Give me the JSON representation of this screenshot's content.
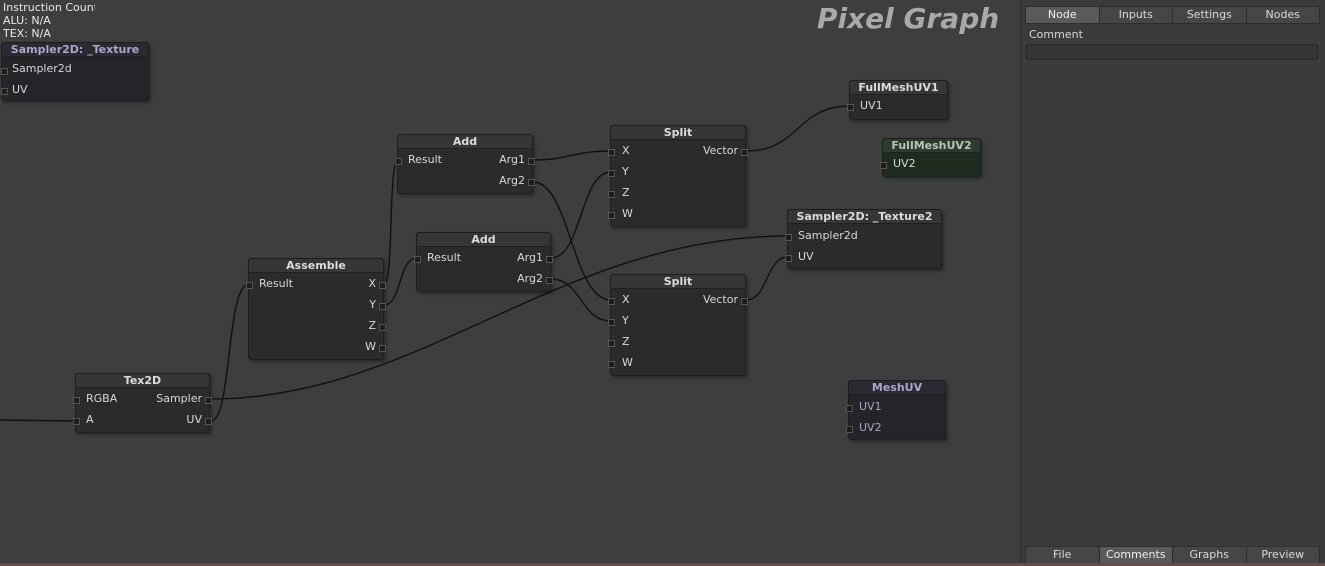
{
  "info": {
    "line1": "Instruction Count",
    "line2": "ALU: N/A",
    "line3": "TEX: N/A"
  },
  "graph_title": "Pixel Graph",
  "nodes": {
    "sampler_texture": {
      "title": "Sampler2D: _Texture",
      "ports": [
        "Sampler2d",
        "UV"
      ]
    },
    "add_top": {
      "title": "Add",
      "out": "Result",
      "in": [
        "Arg1",
        "Arg2"
      ]
    },
    "split_top": {
      "title": "Split",
      "in": [
        "X",
        "Y",
        "Z",
        "W"
      ],
      "out": "Vector"
    },
    "fullmeshuv1": {
      "title": "FullMeshUV1",
      "port": "UV1"
    },
    "fullmeshuv2": {
      "title": "FullMeshUV2",
      "port": "UV2"
    },
    "sampler_texture2": {
      "title": "Sampler2D: _Texture2",
      "ports": [
        "Sampler2d",
        "UV"
      ]
    },
    "add_mid": {
      "title": "Add",
      "out": "Result",
      "in": [
        "Arg1",
        "Arg2"
      ]
    },
    "assemble": {
      "title": "Assemble",
      "out": "Result",
      "in": [
        "X",
        "Y",
        "Z",
        "W"
      ]
    },
    "split_bottom": {
      "title": "Split",
      "in": [
        "X",
        "Y",
        "Z",
        "W"
      ],
      "out": "Vector"
    },
    "meshuv": {
      "title": "MeshUV",
      "ports": [
        "UV1",
        "UV2"
      ]
    },
    "tex2d": {
      "title": "Tex2D",
      "left": [
        "RGBA",
        "A"
      ],
      "right": [
        "Sampler",
        "UV"
      ]
    }
  },
  "panel": {
    "top_tabs": [
      "Node",
      "Inputs",
      "Settings",
      "Nodes"
    ],
    "active_top_tab": "Node",
    "comment_label": "Comment",
    "comment_value": "",
    "bottom_tabs": [
      "File",
      "Comments",
      "Graphs",
      "Preview"
    ],
    "active_bottom_tab": "Comments"
  }
}
